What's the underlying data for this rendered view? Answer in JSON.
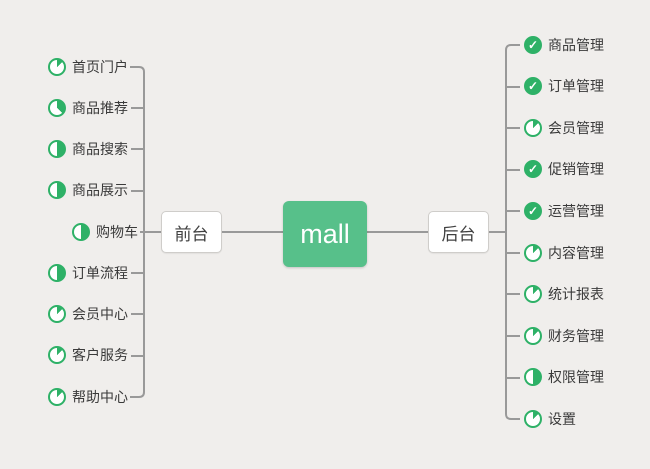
{
  "colors": {
    "background": "#f0eeec",
    "root_green": "#57c08a",
    "icon_green": "#2eb167",
    "line_gray": "#999999",
    "text_dark": "#3a3a3a"
  },
  "root": {
    "label": "mall"
  },
  "left_branch": {
    "label": "前台",
    "items": [
      {
        "label": "首页门户",
        "icon": "pie-12"
      },
      {
        "label": "商品推荐",
        "icon": "pie-37"
      },
      {
        "label": "商品搜索",
        "icon": "pie-50"
      },
      {
        "label": "商品展示",
        "icon": "pie-50"
      },
      {
        "label": "购物车",
        "icon": "pie-50"
      },
      {
        "label": "订单流程",
        "icon": "pie-50"
      },
      {
        "label": "会员中心",
        "icon": "pie-12"
      },
      {
        "label": "客户服务",
        "icon": "pie-12"
      },
      {
        "label": "帮助中心",
        "icon": "pie-12"
      }
    ]
  },
  "right_branch": {
    "label": "后台",
    "items": [
      {
        "label": "商品管理",
        "icon": "check"
      },
      {
        "label": "订单管理",
        "icon": "check"
      },
      {
        "label": "会员管理",
        "icon": "pie-12"
      },
      {
        "label": "促销管理",
        "icon": "check"
      },
      {
        "label": "运营管理",
        "icon": "check"
      },
      {
        "label": "内容管理",
        "icon": "pie-12"
      },
      {
        "label": "统计报表",
        "icon": "pie-12"
      },
      {
        "label": "财务管理",
        "icon": "pie-12"
      },
      {
        "label": "权限管理",
        "icon": "pie-50"
      },
      {
        "label": "设置",
        "icon": "pie-12"
      }
    ]
  }
}
